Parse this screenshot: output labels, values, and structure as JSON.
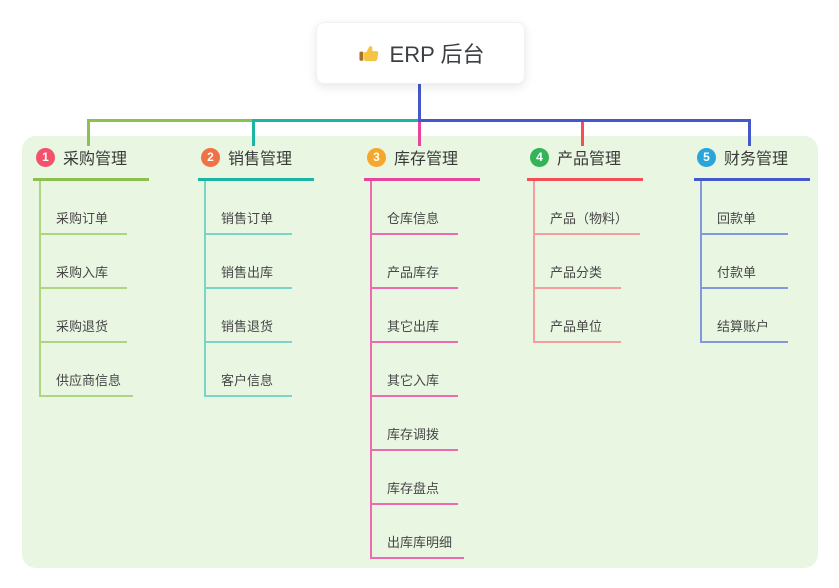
{
  "root": {
    "icon": "thumbs-up",
    "title": "ERP 后台"
  },
  "panel": {
    "background": "#e8f6e2"
  },
  "branches": [
    {
      "number": "1",
      "label": "采购管理",
      "circle_color": "#f4516c",
      "line_color": "#8cc152",
      "child_line_color": "#aed581",
      "children": [
        "采购订单",
        "采购入库",
        "采购退货",
        "供应商信息"
      ]
    },
    {
      "number": "2",
      "label": "销售管理",
      "circle_color": "#f07145",
      "line_color": "#1cb5a3",
      "child_line_color": "#7ad4c8",
      "children": [
        "销售订单",
        "销售出库",
        "销售退货",
        "客户信息"
      ]
    },
    {
      "number": "3",
      "label": "库存管理",
      "circle_color": "#f5a62b",
      "line_color": "#e8449c",
      "child_line_color": "#f06ab1",
      "children": [
        "仓库信息",
        "产品库存",
        "其它出库",
        "其它入库",
        "库存调拨",
        "库存盘点",
        "出库库明细"
      ]
    },
    {
      "number": "4",
      "label": "产品管理",
      "circle_color": "#33b457",
      "line_color": "#f25056",
      "child_line_color": "#f59d9f",
      "children": [
        "产品（物料）",
        "产品分类",
        "产品单位"
      ]
    },
    {
      "number": "5",
      "label": "财务管理",
      "circle_color": "#2aa4d9",
      "line_color": "#4458cb",
      "child_line_color": "#8299dd",
      "children": [
        "回款单",
        "付款单",
        "结算账户"
      ]
    }
  ]
}
